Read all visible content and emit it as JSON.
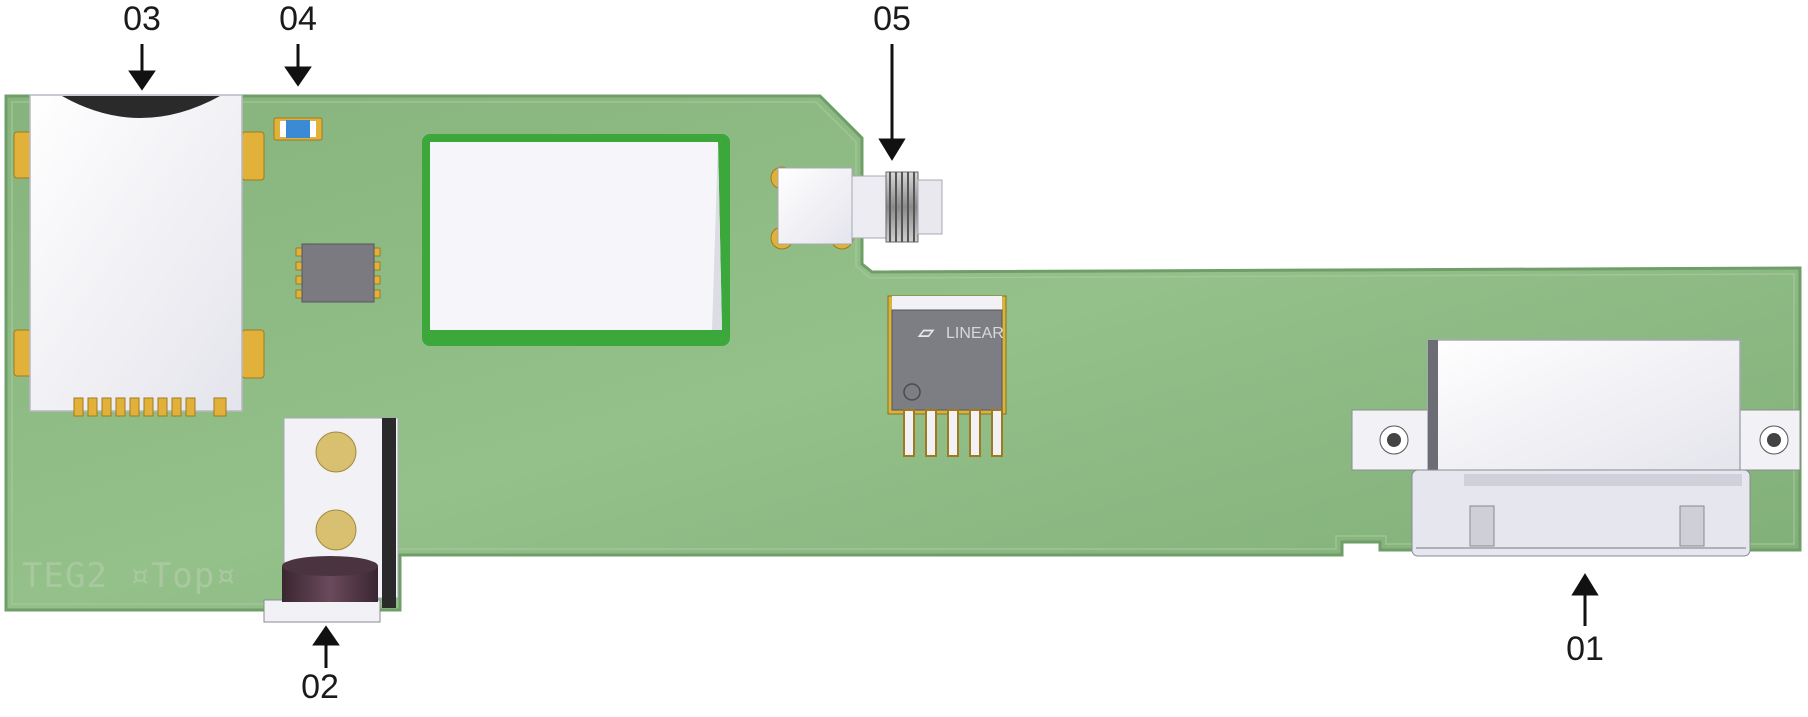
{
  "diagram": {
    "callouts": [
      {
        "id": "01",
        "label": "01"
      },
      {
        "id": "02",
        "label": "02"
      },
      {
        "id": "03",
        "label": "03"
      },
      {
        "id": "04",
        "label": "04"
      },
      {
        "id": "05",
        "label": "05"
      }
    ],
    "board_silkscreen": "TEG2 ¤Top¤",
    "regulator_marking": "LINEAR",
    "colors": {
      "pcb": "#8fbb85",
      "pcb_edge": "#6f9e68",
      "pad_gold": "#e2b13a",
      "connector_white": "#f1f1f6",
      "ic_body": "#7a7a80",
      "arrow": "#111111",
      "soldermask_green": "#3ca83c"
    }
  }
}
